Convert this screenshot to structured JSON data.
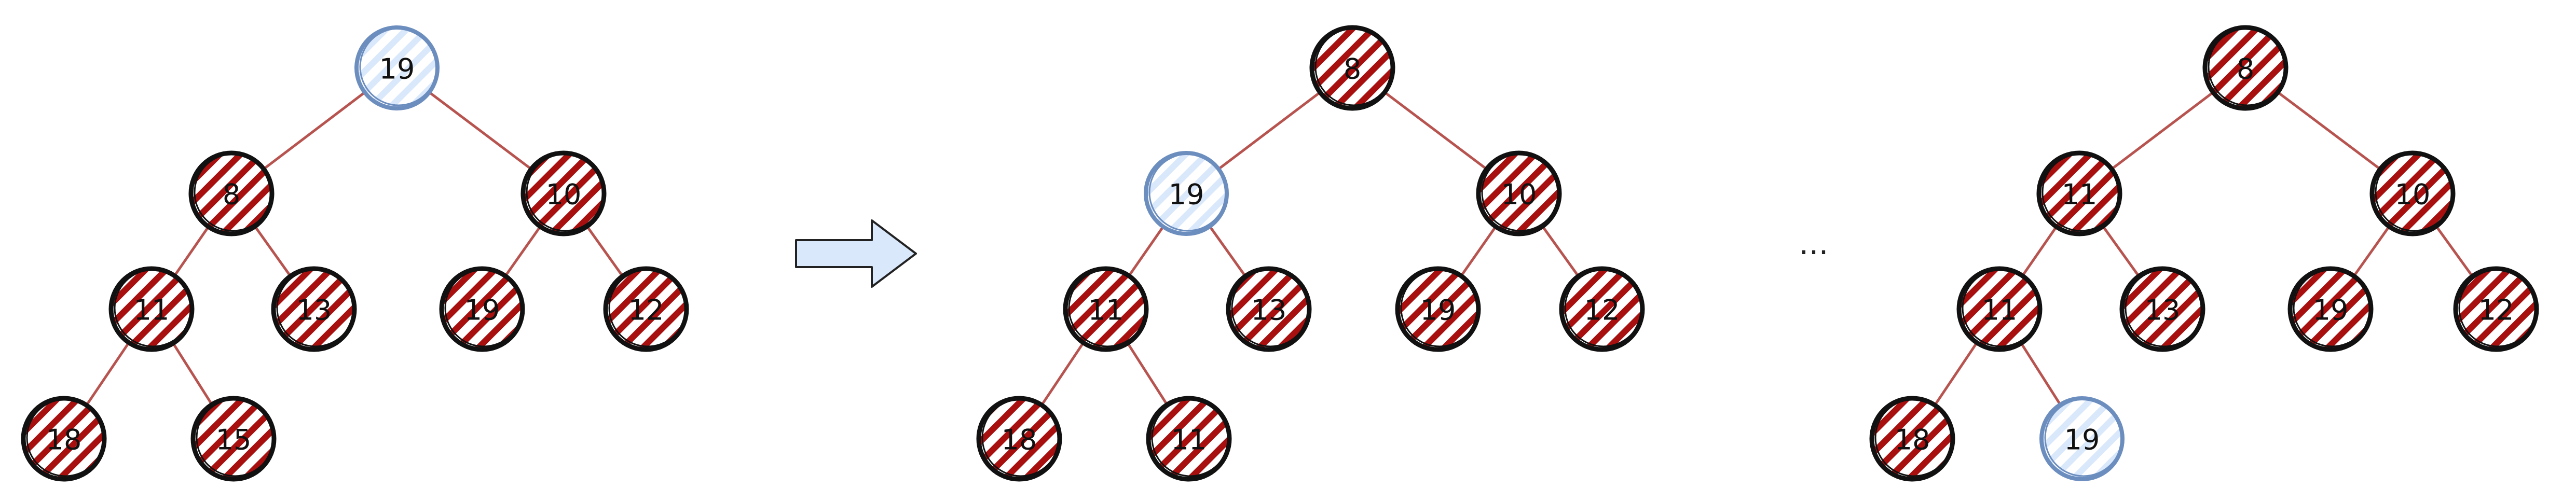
{
  "colors": {
    "edge": "#b85450",
    "heap_node_stroke": "#111111",
    "heap_node_hatch": "#a80f0f",
    "highlight_node_stroke": "#6c8ebf",
    "highlight_node_hatch": "#dae8fc",
    "arrow_fill": "#dae8fc",
    "arrow_stroke": "#222222"
  },
  "ellipsis": "...",
  "trees": [
    {
      "nodes": [
        {
          "id": "a0",
          "label": "19",
          "style": "highlight"
        },
        {
          "id": "a1",
          "label": "8",
          "style": "heap"
        },
        {
          "id": "a2",
          "label": "10",
          "style": "heap"
        },
        {
          "id": "a3",
          "label": "11",
          "style": "heap"
        },
        {
          "id": "a4",
          "label": "13",
          "style": "heap"
        },
        {
          "id": "a5",
          "label": "19",
          "style": "heap"
        },
        {
          "id": "a6",
          "label": "12",
          "style": "heap"
        },
        {
          "id": "a7",
          "label": "18",
          "style": "heap"
        },
        {
          "id": "a8",
          "label": "15",
          "style": "heap"
        }
      ],
      "edges": [
        [
          "a0",
          "a1"
        ],
        [
          "a0",
          "a2"
        ],
        [
          "a1",
          "a3"
        ],
        [
          "a1",
          "a4"
        ],
        [
          "a2",
          "a5"
        ],
        [
          "a2",
          "a6"
        ],
        [
          "a3",
          "a7"
        ],
        [
          "a3",
          "a8"
        ]
      ]
    },
    {
      "nodes": [
        {
          "id": "b0",
          "label": "8",
          "style": "heap"
        },
        {
          "id": "b1",
          "label": "19",
          "style": "highlight"
        },
        {
          "id": "b2",
          "label": "10",
          "style": "heap"
        },
        {
          "id": "b3",
          "label": "11",
          "style": "heap"
        },
        {
          "id": "b4",
          "label": "13",
          "style": "heap"
        },
        {
          "id": "b5",
          "label": "19",
          "style": "heap"
        },
        {
          "id": "b6",
          "label": "12",
          "style": "heap"
        },
        {
          "id": "b7",
          "label": "18",
          "style": "heap"
        },
        {
          "id": "b8",
          "label": "11",
          "style": "heap"
        }
      ],
      "edges": [
        [
          "b0",
          "b1"
        ],
        [
          "b0",
          "b2"
        ],
        [
          "b1",
          "b3"
        ],
        [
          "b1",
          "b4"
        ],
        [
          "b2",
          "b5"
        ],
        [
          "b2",
          "b6"
        ],
        [
          "b3",
          "b7"
        ],
        [
          "b3",
          "b8"
        ]
      ]
    },
    {
      "nodes": [
        {
          "id": "c0",
          "label": "8",
          "style": "heap"
        },
        {
          "id": "c1",
          "label": "11",
          "style": "heap"
        },
        {
          "id": "c2",
          "label": "10",
          "style": "heap"
        },
        {
          "id": "c3",
          "label": "11",
          "style": "heap"
        },
        {
          "id": "c4",
          "label": "13",
          "style": "heap"
        },
        {
          "id": "c5",
          "label": "19",
          "style": "heap"
        },
        {
          "id": "c6",
          "label": "12",
          "style": "heap"
        },
        {
          "id": "c7",
          "label": "18",
          "style": "heap"
        },
        {
          "id": "c8",
          "label": "19",
          "style": "highlight"
        }
      ],
      "edges": [
        [
          "c0",
          "c1"
        ],
        [
          "c0",
          "c2"
        ],
        [
          "c1",
          "c3"
        ],
        [
          "c1",
          "c4"
        ],
        [
          "c2",
          "c5"
        ],
        [
          "c2",
          "c6"
        ],
        [
          "c3",
          "c7"
        ],
        [
          "c3",
          "c8"
        ]
      ]
    }
  ]
}
